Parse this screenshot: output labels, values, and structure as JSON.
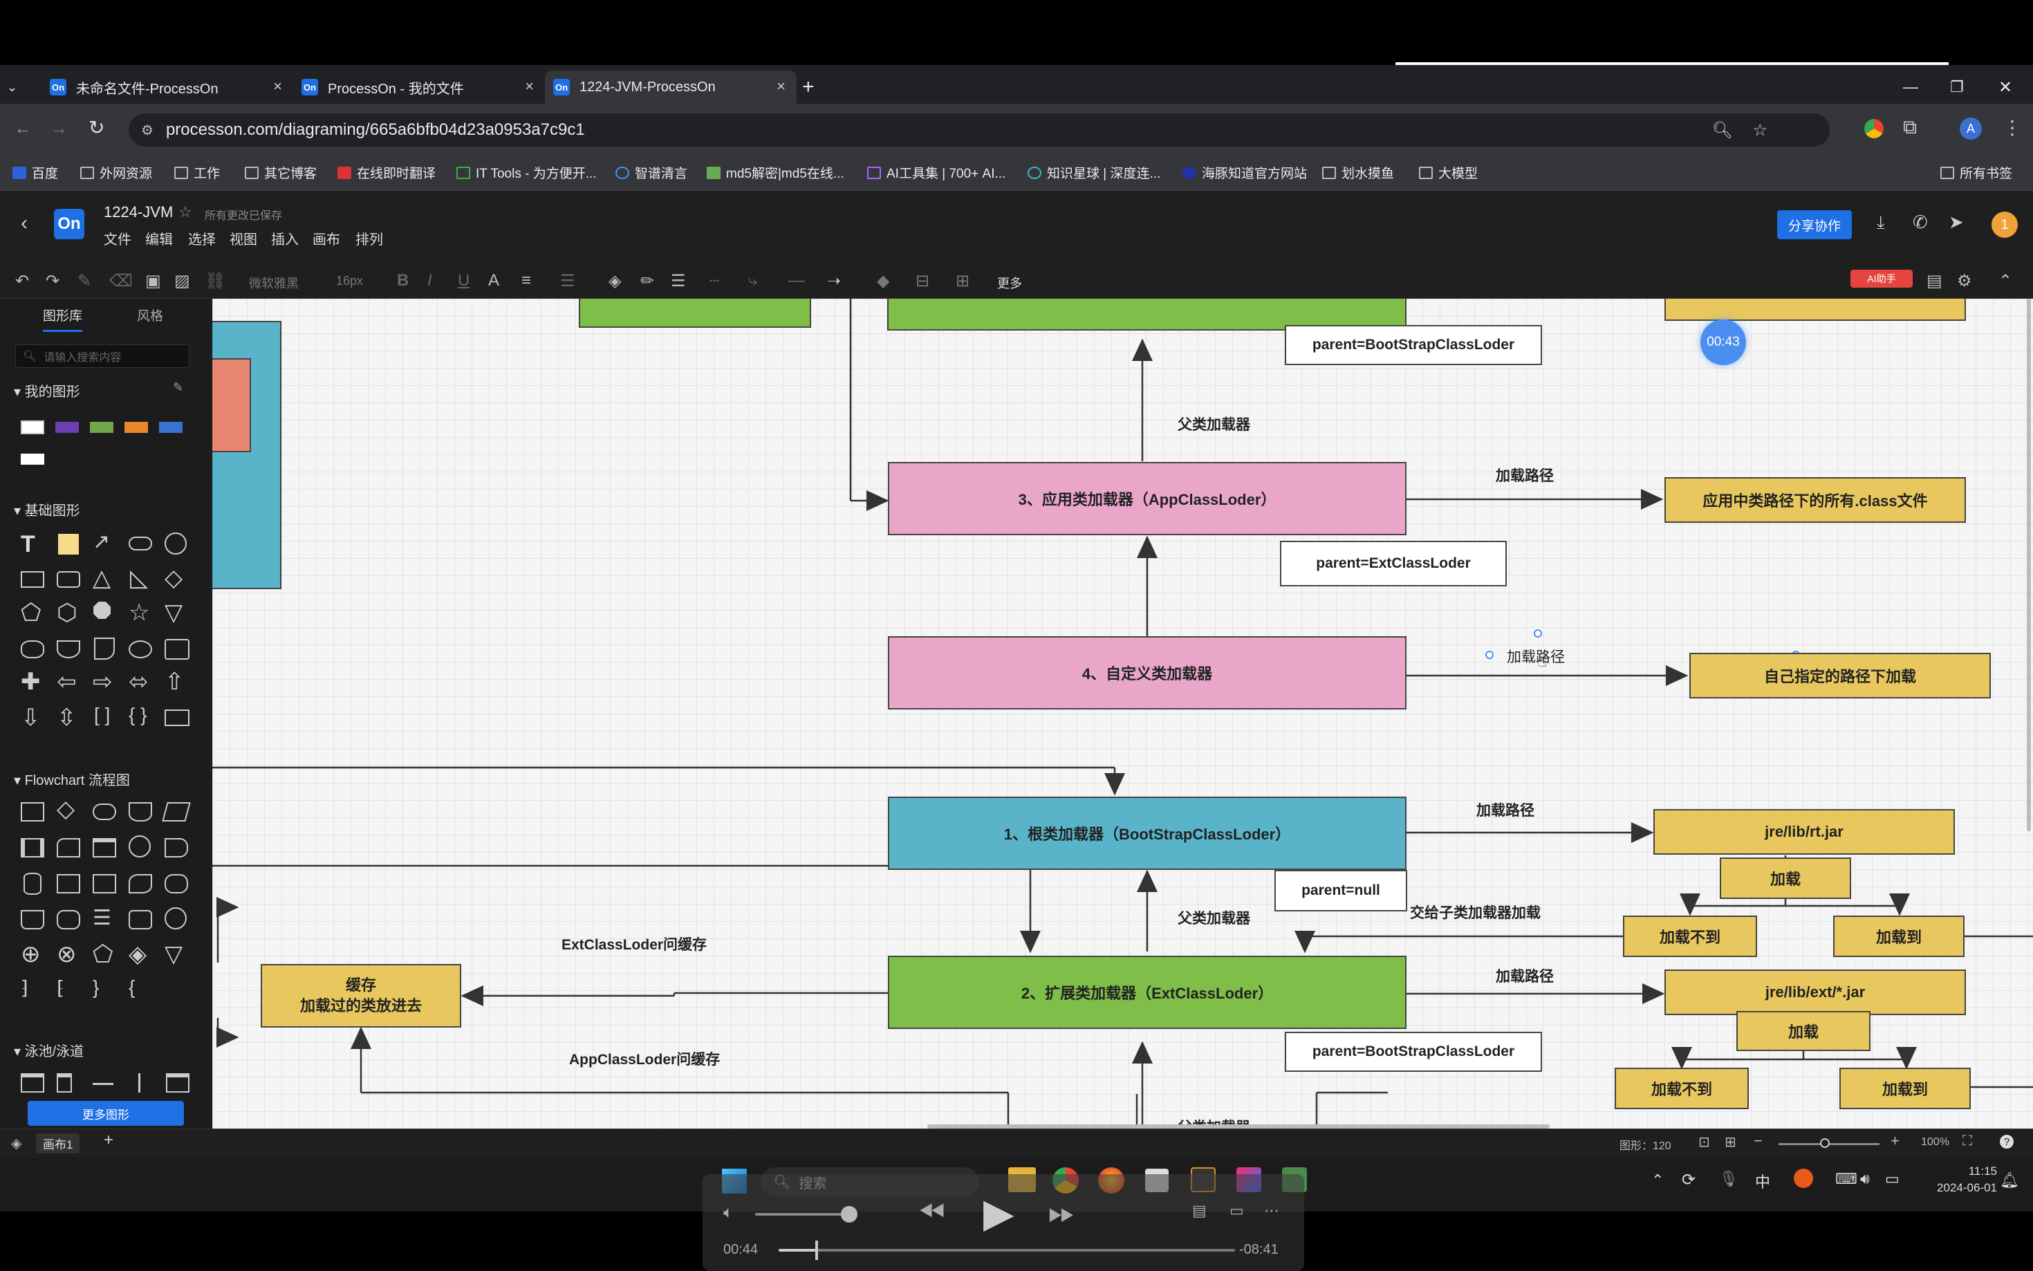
{
  "browser": {
    "tabs": [
      {
        "label": "未命名文件-ProcessOn",
        "icon": "On"
      },
      {
        "label": "ProcessOn - 我的文件",
        "icon": "On"
      },
      {
        "label": "1224-JVM-ProcessOn",
        "icon": "On"
      }
    ],
    "url": "processon.com/diagraming/665a6bfb04d23a0953a7c9c1",
    "bookmarks": [
      "百度",
      "外网资源",
      "工作",
      "其它博客",
      "在线即时翻译",
      "IT Tools - 为方便开...",
      "智谱清言",
      "md5解密|md5在线...",
      "AI工具集 | 700+ AI...",
      "知识星球 | 深度连...",
      "海豚知道官方网站",
      "划水摸鱼",
      "大模型"
    ],
    "all_bookmarks": "所有书签",
    "profile_initial": "A"
  },
  "app": {
    "logo": "On",
    "file_name": "1224-JVM",
    "save_status": "所有更改已保存",
    "menus": [
      "文件",
      "编辑",
      "选择",
      "视图",
      "插入",
      "画布",
      "排列"
    ],
    "share_button": "分享协作",
    "notif_count": "1",
    "toolbar": {
      "font": "微软雅黑",
      "size": "16px",
      "more": "更多",
      "ai": "AI助手"
    }
  },
  "sidebar": {
    "tabs": [
      "图形库",
      "风格"
    ],
    "search_placeholder": "请输入搜索内容",
    "sections": [
      "我的图形",
      "基础图形",
      "Flowchart 流程图",
      "泳池/泳道"
    ],
    "more_button": "更多图形",
    "swatch_colors": [
      "#ffffff",
      "#6a3fb0",
      "#6fa84a",
      "#e8872e",
      "#3a72d0"
    ]
  },
  "diagram": {
    "timer": "00:43",
    "nodes": {
      "app_loader": "3、应用类加载器（AppClassLoder）",
      "custom_loader": "4、自定义类加载器",
      "boot_loader": "1、根类加载器（BootStrapClassLoder）",
      "ext_loader": "2、扩展类加载器（ExtClassLoder）",
      "parent_boot_top": "parent=BootStrapClassLoder",
      "parent_ext": "parent=ExtClassLoder",
      "parent_null": "parent=null",
      "parent_boot_bottom": "parent=BootStrapClassLoder",
      "app_path": "应用中类路径下的所有.class文件",
      "custom_path": "自己指定的路径下加载",
      "rt_jar": "jre/lib/rt.jar",
      "ext_jar": "jre/lib/ext/*.jar",
      "load1": "加载",
      "load2": "加载",
      "fail1": "加载不到",
      "ok1": "加载到",
      "fail2": "加载不到",
      "ok2": "加载到",
      "cache": "缓存\n加载过的类放进去"
    },
    "labels": {
      "parent_loader_1": "父类加载器",
      "parent_loader_2": "父类加载器",
      "parent_loader_3": "父类加载器",
      "load_path_1": "加载路径",
      "load_path_2": "加载路径",
      "load_path_3": "加载路径",
      "load_path_4": "加载路径",
      "delegate": "交给子类加载器加载",
      "ext_cache": "ExtClassLoder问缓存",
      "app_cache": "AppClassLoder问缓存"
    }
  },
  "status": {
    "page_tab": "画布1",
    "shape_count": "图形：120",
    "zoom": "100%"
  },
  "taskbar": {
    "search": "搜索",
    "time": "11:15",
    "date": "2024-06-01",
    "ime": "中"
  },
  "video": {
    "elapsed": "00:44",
    "remaining": "-08:41",
    "progress": 0.08
  }
}
